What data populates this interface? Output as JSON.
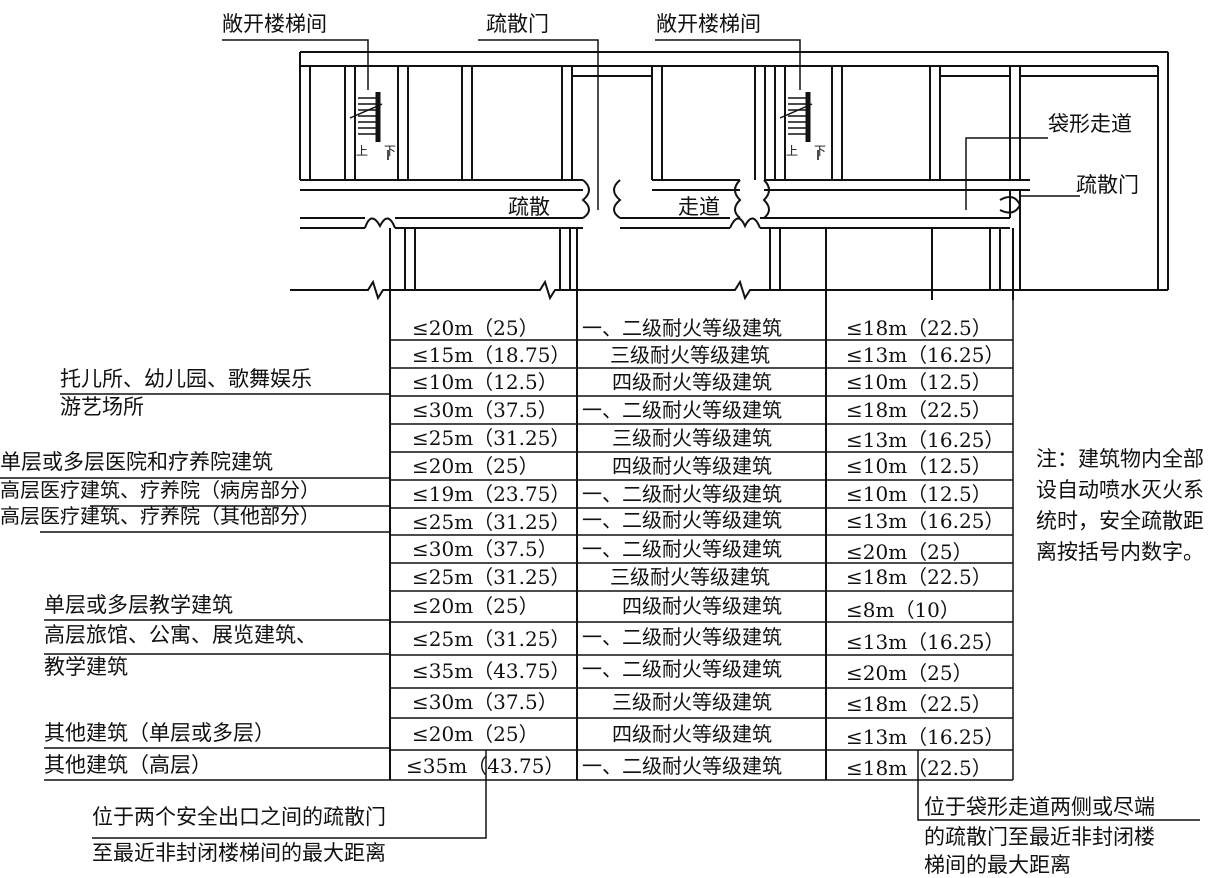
{
  "plan_labels": {
    "open_stair_1": "敞开楼梯间",
    "exit_door_top": "疏散门",
    "open_stair_2": "敞开楼梯间",
    "dead_end_corridor": "袋形走道",
    "exit_door_right": "疏散门",
    "corridor_part1": "疏散",
    "corridor_part2": "走道",
    "up_mark": "上",
    "down_mark": "下"
  },
  "categories": [
    {
      "line1": "托儿所、幼儿园、歌舞娱乐",
      "line2": "游艺场所"
    },
    {
      "line1": "单层或多层医院和疗养院建筑"
    },
    {
      "line1": "高层医疗建筑、疗养院（病房部分）"
    },
    {
      "line1": "高层医疗建筑、疗养院（其他部分）"
    },
    {
      "line1": "单层或多层教学建筑"
    },
    {
      "line1": "高层旅馆、公寓、展览建筑、",
      "line2": "教学建筑"
    },
    {
      "line1": "其他建筑（单层或多层）"
    },
    {
      "line1": "其他建筑（高层）"
    }
  ],
  "table_rows": [
    {
      "between": "≤20m（25）",
      "grade": "一、二级耐火等级建筑",
      "deadend": "≤18m（22.5）"
    },
    {
      "between": "≤15m（18.75）",
      "grade": "三级耐火等级建筑",
      "deadend": "≤13m（16.25）"
    },
    {
      "between": "≤10m（12.5）",
      "grade": "四级耐火等级建筑",
      "deadend": "≤10m（12.5）"
    },
    {
      "between": "≤30m（37.5）",
      "grade": "一、二级耐火等级建筑",
      "deadend": "≤18m（22.5）"
    },
    {
      "between": "≤25m（31.25）",
      "grade": "三级耐火等级建筑",
      "deadend": "≤13m（16.25）"
    },
    {
      "between": "≤20m（25）",
      "grade": "四级耐火等级建筑",
      "deadend": "≤10m（12.5）"
    },
    {
      "between": "≤19m（23.75）",
      "grade": "一、二级耐火等级建筑",
      "deadend": "≤10m（12.5）"
    },
    {
      "between": "≤25m（31.25）",
      "grade": "一、二级耐火等级建筑",
      "deadend": "≤13m（16.25）"
    },
    {
      "between": "≤30m（37.5）",
      "grade": "一、二级耐火等级建筑",
      "deadend": "≤20m（25）"
    },
    {
      "between": "≤25m（31.25）",
      "grade": "三级耐火等级建筑",
      "deadend": "≤18m（22.5）"
    },
    {
      "between": "≤20m（25）",
      "grade": "四级耐火等级建筑",
      "deadend": "≤8m（10）"
    },
    {
      "between": "≤25m（31.25）",
      "grade": "一、二级耐火等级建筑",
      "deadend": "≤13m（16.25）"
    },
    {
      "between": "≤35m（43.75）",
      "grade": "一、二级耐火等级建筑",
      "deadend": "≤20m（25）"
    },
    {
      "between": "≤30m（37.5）",
      "grade": "三级耐火等级建筑",
      "deadend": "≤18m（22.5）"
    },
    {
      "between": "≤20m（25）",
      "grade": "四级耐火等级建筑",
      "deadend": "≤13m（16.25）"
    },
    {
      "between": "≤35m（43.75）",
      "grade": "一、二级耐火等级建筑",
      "deadend": "≤18m（22.5）"
    }
  ],
  "bottom_labels": {
    "between_exits": {
      "line1": "位于两个安全出口之间的疏散门",
      "line2": "至最近非封闭楼梯间的最大距离"
    },
    "dead_end": {
      "line1": "位于袋形走道两侧或尽端",
      "line2": "的疏散门至最近非封闭楼",
      "line3": "梯间的最大距离"
    }
  },
  "note": "注：建筑物内全部设自动喷水灭火系统时，安全疏散距离按括号内数字。"
}
